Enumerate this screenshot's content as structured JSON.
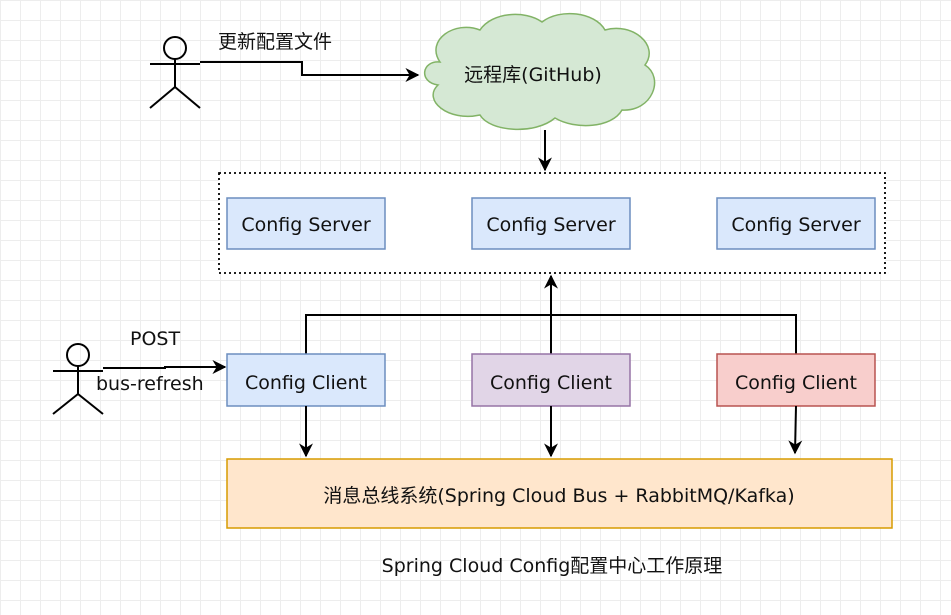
{
  "actors": {
    "top": {
      "label": "更新配置文件"
    },
    "bottom": {
      "label_top": "POST",
      "label_bottom": "bus-refresh"
    }
  },
  "repo": {
    "label": "远程库(GitHub)"
  },
  "servers": [
    {
      "label": "Config Server"
    },
    {
      "label": "Config Server"
    },
    {
      "label": "Config Server"
    }
  ],
  "clients": [
    {
      "label": "Config Client"
    },
    {
      "label": "Config Client"
    },
    {
      "label": "Config Client"
    }
  ],
  "bus": {
    "label": "消息总线系统(Spring Cloud Bus + RabbitMQ/Kafka)"
  },
  "caption": "Spring Cloud Config配置中心工作原理",
  "colors": {
    "cloud_fill": "#d5e8d4",
    "cloud_stroke": "#82b366",
    "blue_fill": "#dae8fc",
    "blue_stroke": "#6c8ebf",
    "purple_fill": "#e1d5e7",
    "purple_stroke": "#9673a6",
    "red_fill": "#f8cecc",
    "red_stroke": "#b85450",
    "orange_fill": "#ffe6cc",
    "orange_stroke": "#d79b00"
  }
}
